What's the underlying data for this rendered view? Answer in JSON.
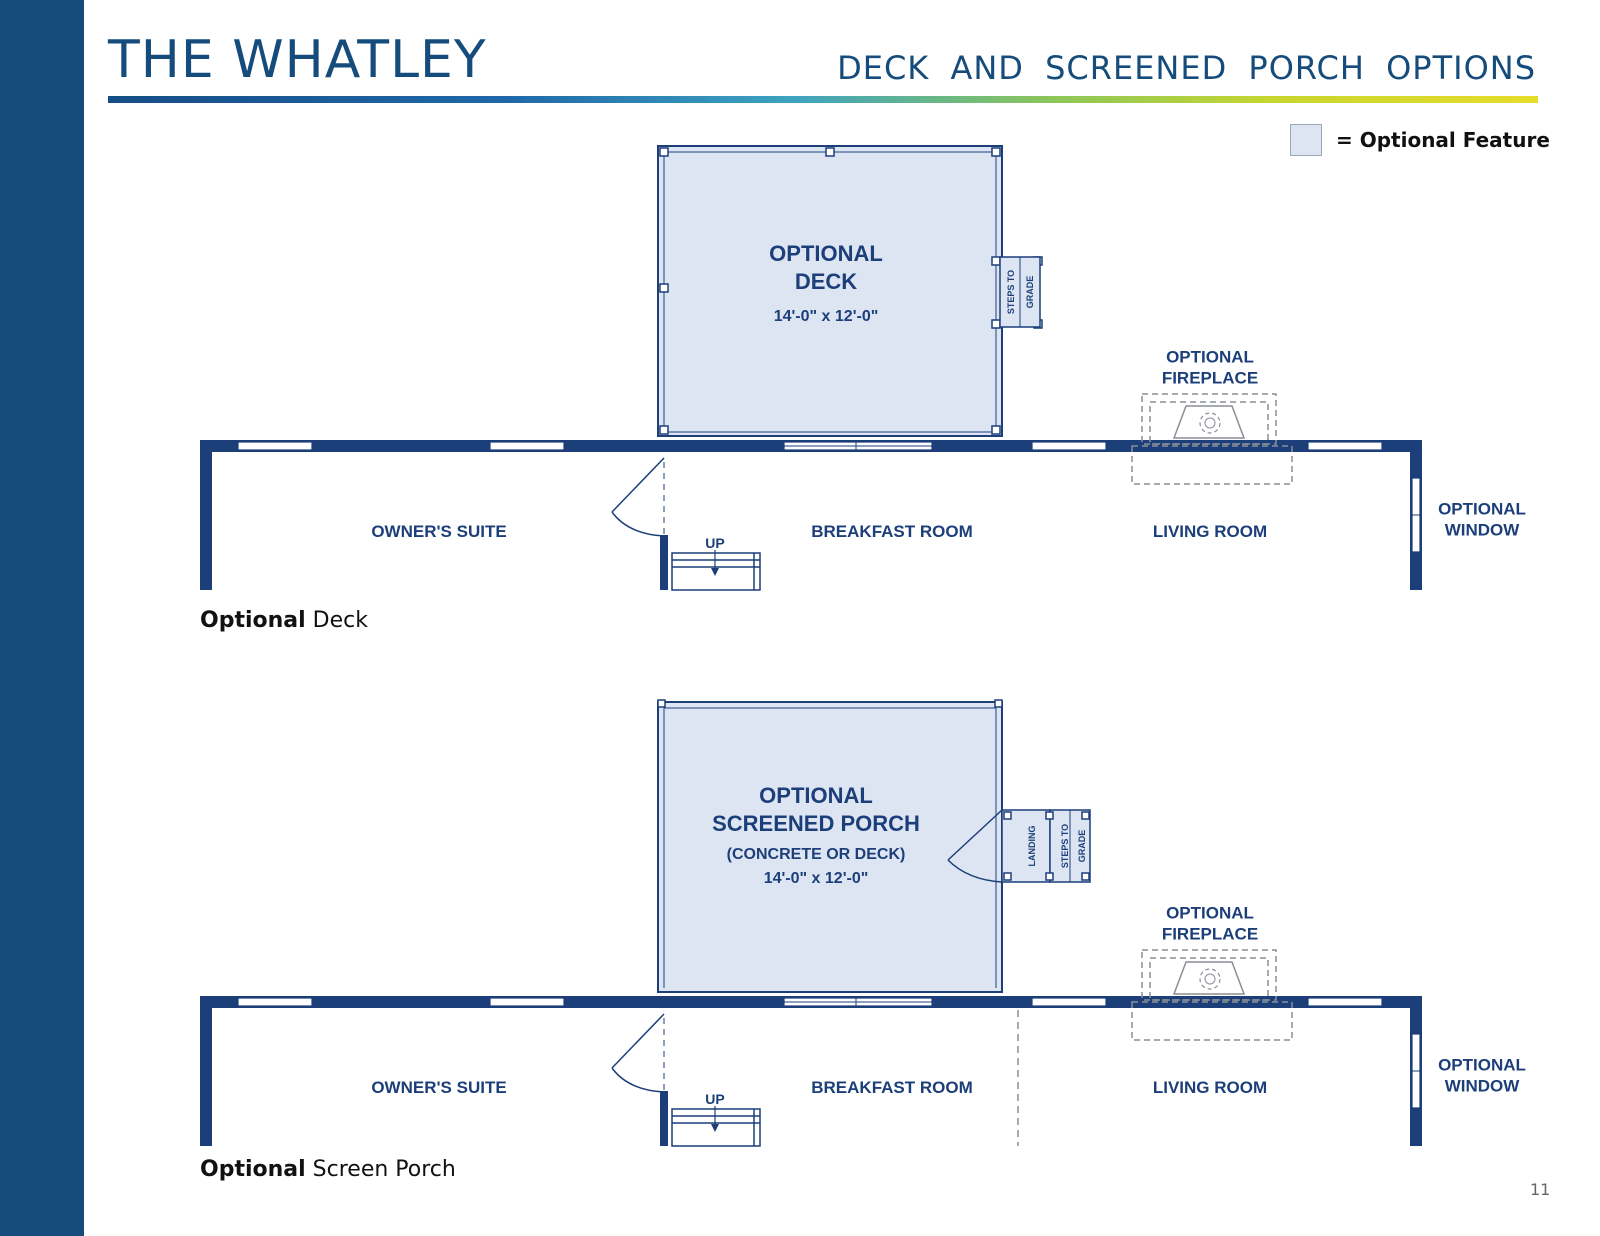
{
  "header": {
    "title": "THE WHATLEY",
    "subtitle": "DECK AND SCREENED PORCH OPTIONS"
  },
  "legend": {
    "text": "= Optional Feature"
  },
  "plan_deck": {
    "feature_line1": "OPTIONAL",
    "feature_line2": "DECK",
    "feature_dims": "14'-0\" x 12'-0\"",
    "steps_line1": "STEPS TO",
    "steps_line2": "GRADE",
    "fireplace_line1": "OPTIONAL",
    "fireplace_line2": "FIREPLACE",
    "window_line1": "OPTIONAL",
    "window_line2": "WINDOW",
    "rooms": {
      "owners_suite": "OWNER'S SUITE",
      "breakfast_room": "BREAKFAST ROOM",
      "living_room": "LIVING ROOM"
    },
    "stair_up": "UP",
    "caption_bold": "Optional",
    "caption_rest": "Deck"
  },
  "plan_porch": {
    "feature_line1": "OPTIONAL",
    "feature_line2": "SCREENED PORCH",
    "feature_note": "(CONCRETE OR DECK)",
    "feature_dims": "14'-0\" x 12'-0\"",
    "landing": "LANDING",
    "steps_line1": "STEPS TO",
    "steps_line2": "GRADE",
    "fireplace_line1": "OPTIONAL",
    "fireplace_line2": "FIREPLACE",
    "window_line1": "OPTIONAL",
    "window_line2": "WINDOW",
    "rooms": {
      "owners_suite": "OWNER'S SUITE",
      "breakfast_room": "BREAKFAST ROOM",
      "living_room": "LIVING ROOM"
    },
    "stair_up": "UP",
    "caption_bold": "Optional",
    "caption_rest": "Screen Porch"
  },
  "page_number": "11",
  "colors": {
    "brand_blue": "#154c7b",
    "wall_blue": "#1c3f7a",
    "optional_fill": "#dde5f3"
  }
}
